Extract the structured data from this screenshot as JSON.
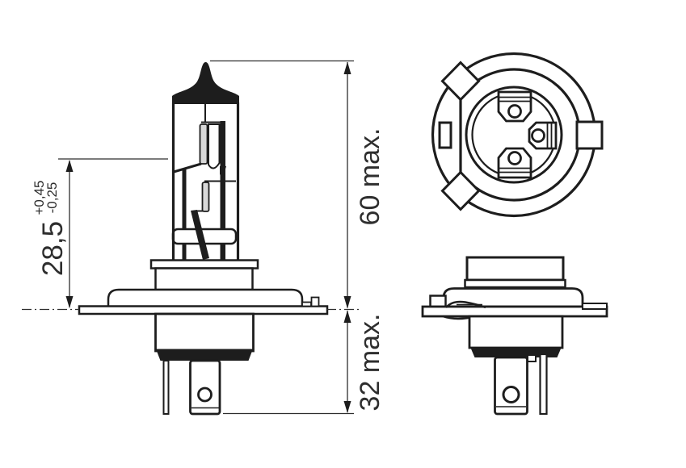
{
  "drawing": {
    "type": "technical-drawing",
    "subject": "H4 halogen bulb outline drawing with base top view and base side view",
    "colors": {
      "line": "#1d1d1d",
      "dimension": "#2e2e2e",
      "background": "#ffffff",
      "filament_fill": "#d8d8d8"
    },
    "dimensions": {
      "reference_length": {
        "value": "28,5",
        "tolerance_plus": "+0,45",
        "tolerance_minus": "-0,25"
      },
      "upper_length": {
        "label": "60 max."
      },
      "lower_length": {
        "label": "32 max."
      }
    }
  }
}
